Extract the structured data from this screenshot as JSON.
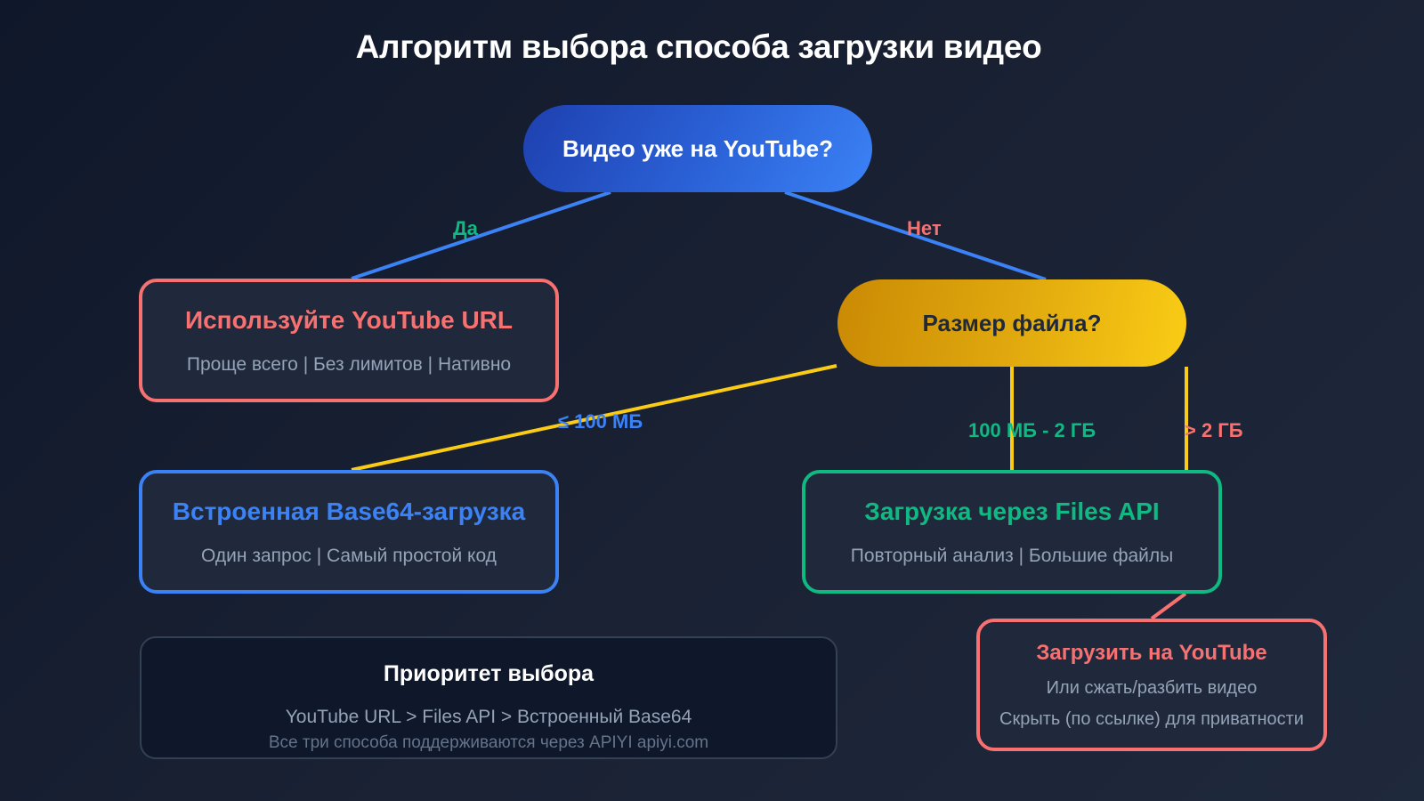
{
  "title": "Алгоритм выбора способа загрузки видео",
  "colors": {
    "background_start": "#0f172a",
    "background_end": "#1e293b",
    "blue": "#3b82f6",
    "yellow": "#facc15",
    "green": "#10b981",
    "red": "#f87171",
    "muted_text": "#94a3b8"
  },
  "nodes": {
    "question_youtube": {
      "label": "Видео уже на YouTube?"
    },
    "question_size": {
      "label": "Размер файла?"
    },
    "youtube_url": {
      "title": "Используйте YouTube URL",
      "subtitle": "Проще всего | Без лимитов | Нативно"
    },
    "base64": {
      "title": "Встроенная Base64-загрузка",
      "subtitle": "Один запрос | Самый простой код"
    },
    "files_api": {
      "title": "Загрузка через Files API",
      "subtitle": "Повторный анализ | Большие файлы"
    },
    "upload_youtube": {
      "title": "Загрузить на YouTube",
      "line1": "Или сжать/разбить видео",
      "line2": "Скрыть (по ссылке) для приватности"
    }
  },
  "edges": {
    "yes": "Да",
    "no": "Нет",
    "small": "≤ 100 МБ",
    "medium": "100 МБ - 2 ГБ",
    "large": "> 2 ГБ"
  },
  "priority": {
    "title": "Приоритет выбора",
    "order": "YouTube URL > Files API > Встроенный Base64",
    "note": "Все три способа поддерживаются через APIYI apiyi.com"
  }
}
